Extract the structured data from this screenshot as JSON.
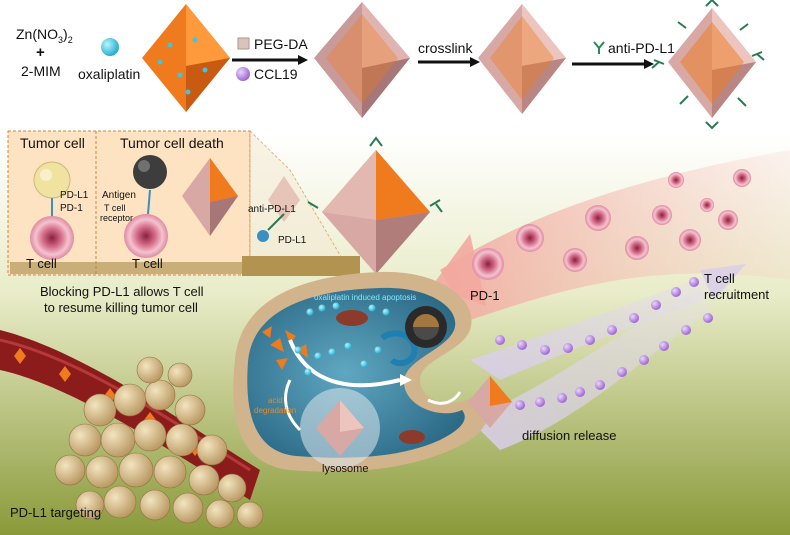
{
  "synthesis": {
    "reactant_a": "Zn(NO",
    "reactant_a_sub": "3",
    "reactant_a_end": ")",
    "reactant_a_sub2": "2",
    "plus": "+",
    "reactant_b": "2-MIM",
    "drug_label": "oxaliplatin",
    "polymer_label": "PEG-DA",
    "chemokine_label": "CCL19",
    "crosslink_label": "crosslink",
    "antibody_label": "anti-PD-L1"
  },
  "inset": {
    "tumor_cell": "Tumor cell",
    "pdl1": "PD-L1",
    "pd1": "PD-1",
    "t_cell_left": "T cell",
    "tumor_cell_death": "Tumor cell death",
    "antigen": "Antigen",
    "t_cell_receptor_1": "T cell",
    "t_cell_receptor_2": "receptor",
    "t_cell_right": "T cell",
    "caption_1": "Blocking PD-L1 allows T cell",
    "caption_2": "to resume killing tumor cell"
  },
  "zoom": {
    "anti_pdl1": "anti-PD-L1",
    "pdl1": "PD-L1"
  },
  "main": {
    "pd1": "PD-1",
    "t_cell_recruitment_1": "T cell",
    "t_cell_recruitment_2": "recruitment",
    "apoptosis": "oxaliplatin induced apoptosis",
    "acid_1": "acid",
    "acid_2": "degradation",
    "lysosome": "lysosome",
    "diffusion": "diffusion release",
    "targeting": "PD-L1 targeting"
  },
  "colors": {
    "orange_core": "#f07a1e",
    "shell": "#c99a9a",
    "cyan_drug": "#3cc6e0",
    "purple_ccl19": "#b27de0",
    "cytoplasm": "#3f86a6",
    "cell_rim": "#d2b48c"
  }
}
